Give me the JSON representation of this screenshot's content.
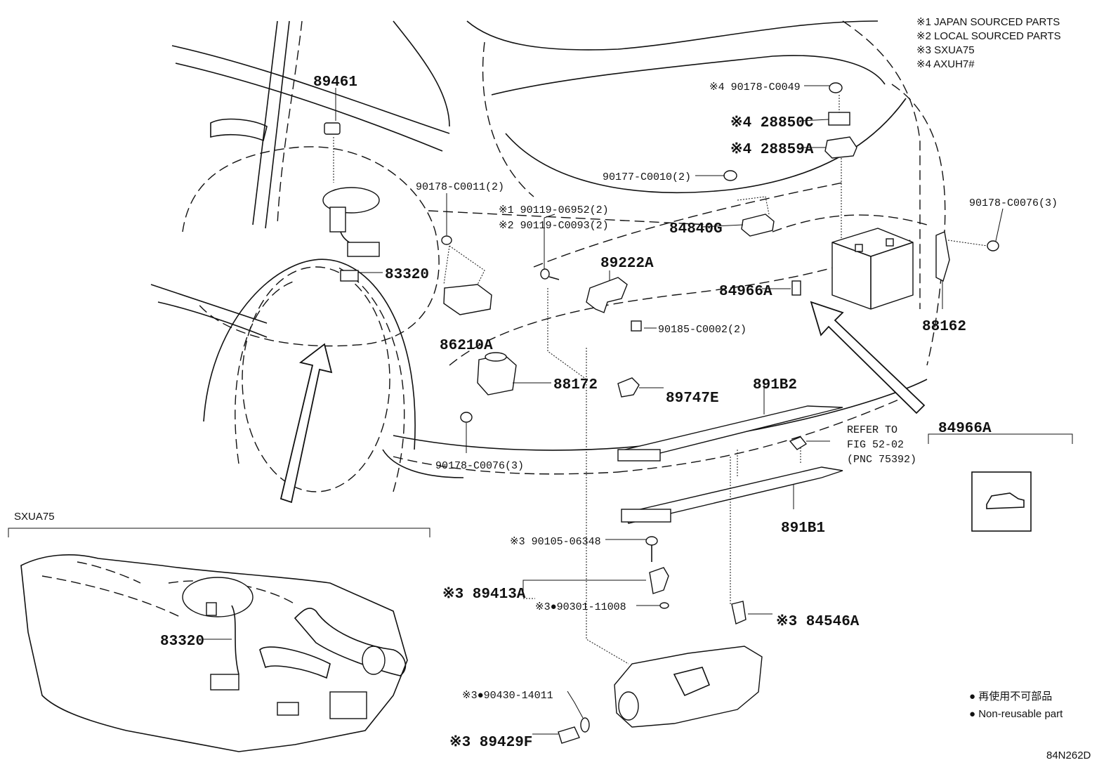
{
  "notes": {
    "n1": "※1 JAPAN SOURCED PARTS",
    "n2": "※2 LOCAL SOURCED PARTS",
    "n3": "※3 SXUA75",
    "n4": "※4 AXUH7#"
  },
  "parts": {
    "p89461": "89461",
    "p83320_top": "83320",
    "p90178_c0011": "90178-C0011(2)",
    "p90119_06952": "※1 90119-06952(2)",
    "p90119_c0093": "※2 90119-C0093(2)",
    "p86210a": "86210A",
    "p88172": "88172",
    "p90178_c0076_left": "90178-C0076(3)",
    "p89222a": "89222A",
    "p84840g": "84840G",
    "p90177_c0010": "90177-C0010(2)",
    "p90178_c0049": "※4 90178-C0049",
    "p28850c": "※4 28850C",
    "p28859a": "※4 28859A",
    "p90178_c0076_right": "90178-C0076(3)",
    "p84966a_upper": "84966A",
    "p90185_c0002": "90185-C0002(2)",
    "p88162": "88162",
    "p89747e": "89747E",
    "p891b2": "891B2",
    "p891b1": "891B1",
    "p84966a_lower": "84966A",
    "refer_1": "REFER TO",
    "refer_2": "FIG 52-02",
    "refer_3": "(PNC 75392)",
    "p90105_06348": "※3 90105-06348",
    "p89413a": "※3 89413A",
    "p90301_11008": "※3●90301-11008",
    "p84546a": "※3 84546A",
    "p90430_14011": "※3●90430-14011",
    "p89429f": "※3 89429F",
    "p83320_bottom": "83320"
  },
  "section": {
    "label": "SXUA75"
  },
  "legend": {
    "jp": "● 再使用不可部品",
    "en": "● Non-reusable part"
  },
  "figure_id": "84N262D"
}
